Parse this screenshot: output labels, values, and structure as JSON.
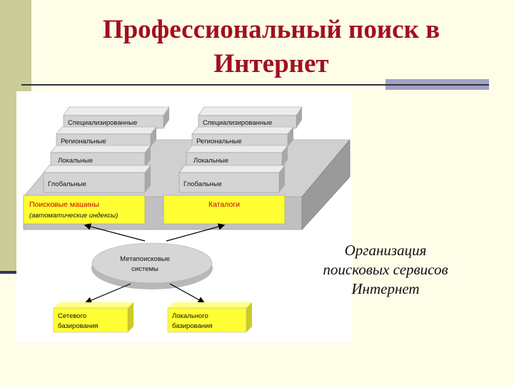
{
  "slide": {
    "title_line1": "Профессиональный поиск в",
    "title_line2": "Интернет",
    "caption": [
      "Организация",
      "поисковых сервисов",
      "Интернет"
    ]
  },
  "diagram": {
    "left_stack": [
      "Специализированные",
      "Региональные",
      "Локальные",
      "Глобальные"
    ],
    "right_stack": [
      "Специализированные",
      "Региональные",
      "Локальные",
      "Глобальные"
    ],
    "search_engines": {
      "label": "Поисковые машины",
      "sublabel": "(автоматические индексы)"
    },
    "catalogs": {
      "label": "Каталоги"
    },
    "meta": {
      "line1": "Метапоисковые",
      "line2": "системы"
    },
    "bottom_left": {
      "line1": "Сетевого",
      "line2": "базирования"
    },
    "bottom_right": {
      "line1": "Локального",
      "line2": "базирования"
    }
  },
  "colors": {
    "title": "#a01020",
    "sidebar": "#cccc99",
    "yellow": "#ffff33",
    "step_face": "#d4d4d4",
    "step_top": "#ececec",
    "step_side": "#a8a8a8",
    "ellipse": "#c8c8c8"
  }
}
